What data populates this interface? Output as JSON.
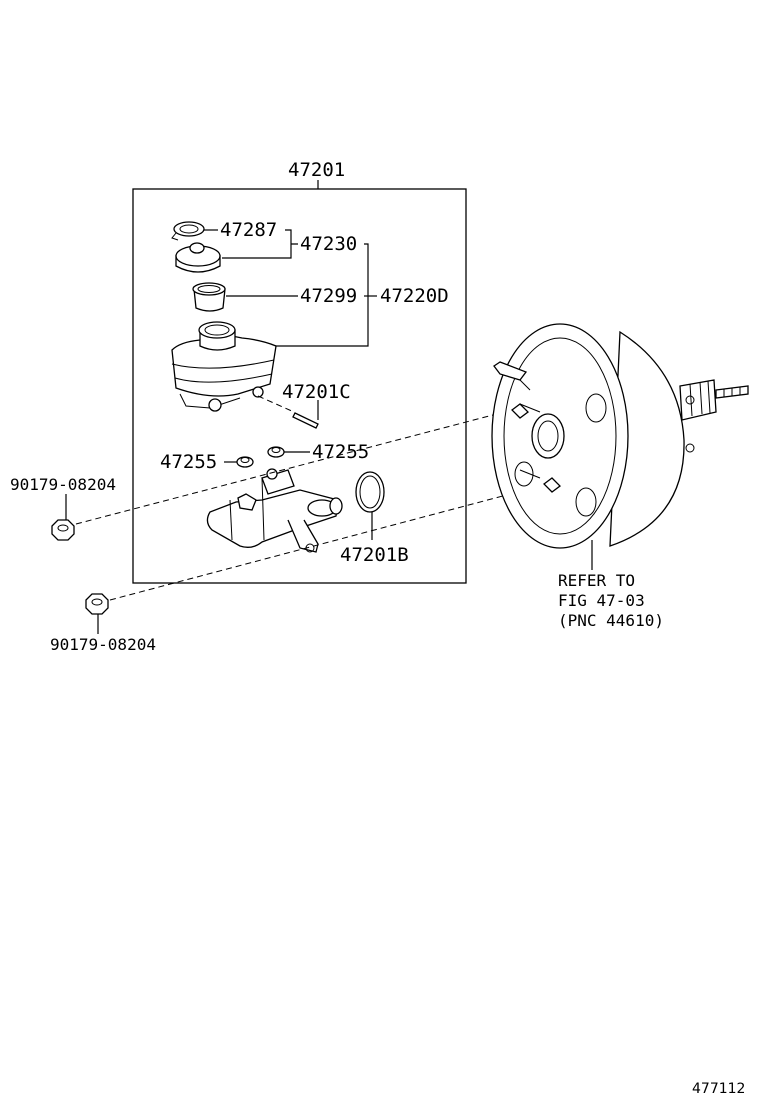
{
  "labels": {
    "assembly": "47201",
    "p47287": "47287",
    "p47230": "47230",
    "p47299": "47299",
    "p47220D": "47220D",
    "p47201C": "47201C",
    "p47255_left": "47255",
    "p47255_right": "47255",
    "p47201B": "47201B",
    "nut_upper": "90179-08204",
    "nut_lower": "90179-08204"
  },
  "reference": {
    "line1": "REFER TO",
    "line2": "FIG 47-03",
    "line3": "(PNC 44610)"
  },
  "figure_id": "477112"
}
